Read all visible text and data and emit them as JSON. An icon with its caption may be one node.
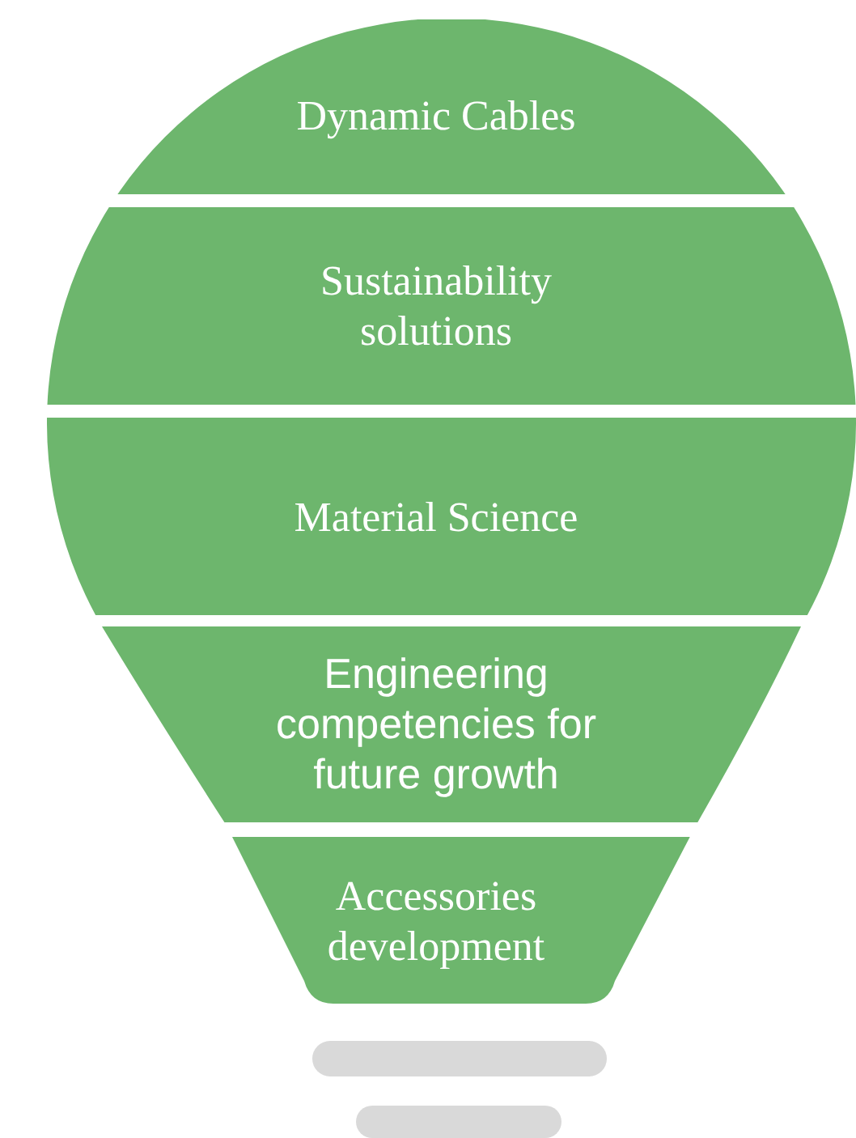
{
  "diagram": {
    "nodes": [
      {
        "text": [
          "Dynamic Cables"
        ]
      },
      {
        "text": [
          "Sustainability solutions"
        ]
      },
      {
        "text": [
          "Material Science"
        ]
      },
      {
        "text": [
          "Engineering competencies for future growth"
        ]
      },
      {
        "text": [
          "Accessories development"
        ]
      },
      {
        "text": [],
        "shape": "bar"
      },
      {
        "text": [],
        "shape": "bar"
      }
    ]
  }
}
